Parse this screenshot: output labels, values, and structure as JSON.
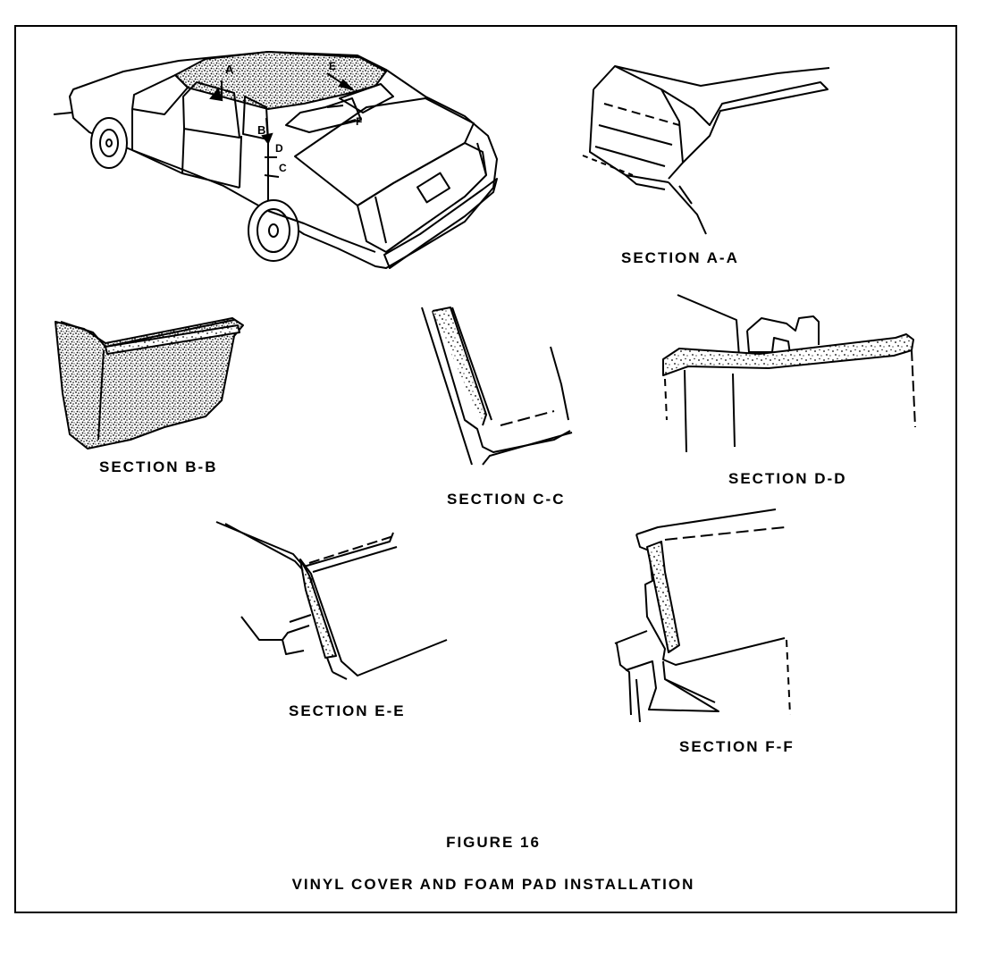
{
  "sections": {
    "a": "SECTION A-A",
    "b": "SECTION B-B",
    "c": "SECTION C-C",
    "d": "SECTION D-D",
    "e": "SECTION E-E",
    "f": "SECTION F-F"
  },
  "car_callouts": {
    "a": "A",
    "b": "B",
    "c": "C",
    "d": "D",
    "e": "E",
    "f": "F"
  },
  "figure": {
    "number": "FIGURE 16",
    "title": "VINYL COVER AND FOAM PAD INSTALLATION"
  }
}
